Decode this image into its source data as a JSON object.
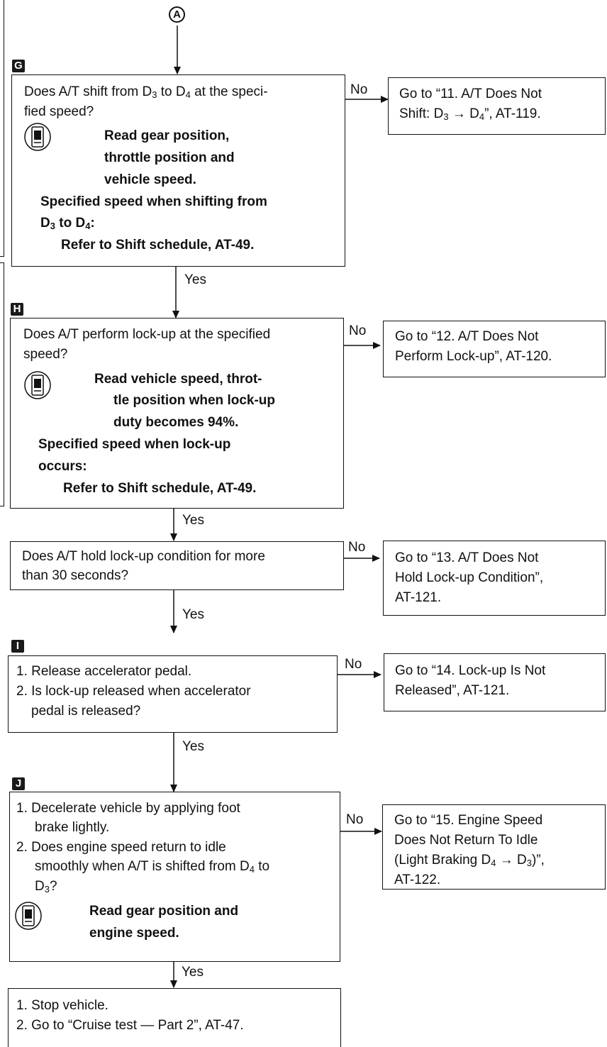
{
  "connector": {
    "label": "A"
  },
  "labels": {
    "no": "No",
    "yes": "Yes"
  },
  "steps": {
    "G": {
      "marker": "G",
      "question_line1_a": "Does A/T shift from D",
      "question_line1_sub1": "3",
      "question_line1_b": " to D",
      "question_line1_sub2": "4",
      "question_line1_c": " at the speci-",
      "question_line2": "fied speed?",
      "read_line1": "Read gear position,",
      "read_line2": "throttle position and",
      "read_line3": "vehicle speed.",
      "spec_line1": "Specified speed when shifting from",
      "spec_line2_a": "D",
      "spec_line2_sub1": "3",
      "spec_line2_b": " to D",
      "spec_line2_sub2": "4",
      "spec_line2_c": ":",
      "refer": "Refer to Shift schedule, AT-49.",
      "no_target_line1": "Go to “11. A/T Does Not",
      "no_target_line2_a": "Shift: D",
      "no_target_line2_sub1": "3",
      "no_target_line2_b": " → D",
      "no_target_line2_sub2": "4",
      "no_target_line2_c": "”, AT-119."
    },
    "H": {
      "marker": "H",
      "question_line1": "Does A/T perform lock-up at the specified",
      "question_line2": "speed?",
      "read_line1": "Read vehicle speed, throt-",
      "read_line2": "tle position when lock-up",
      "read_line3": "duty becomes 94%.",
      "spec_line1": "Specified speed when lock-up",
      "spec_line2": "occurs:",
      "refer": "Refer to Shift schedule, AT-49.",
      "no_target_line1": "Go to “12. A/T Does Not",
      "no_target_line2": "Perform Lock-up”, AT-120."
    },
    "hold": {
      "question_line1": "Does A/T hold lock-up condition for more",
      "question_line2": "than 30 seconds?",
      "no_target_line1": "Go to “13. A/T Does Not",
      "no_target_line2": "Hold Lock-up Condition”,",
      "no_target_line3": "AT-121."
    },
    "I": {
      "marker": "I",
      "line1": "1. Release accelerator pedal.",
      "line2": "2. Is lock-up released when accelerator",
      "line3": "pedal is released?",
      "no_target_line1": "Go to “14. Lock-up Is Not",
      "no_target_line2": "Released”, AT-121."
    },
    "J": {
      "marker": "J",
      "line1": "1. Decelerate vehicle by applying foot",
      "line2": "brake lightly.",
      "line3": "2. Does engine speed return to idle",
      "line4_a": "smoothly when A/T is shifted from D",
      "line4_sub": "4",
      "line4_b": " to",
      "line5_a": "D",
      "line5_sub": "3",
      "line5_b": "?",
      "read_line1": "Read gear position and",
      "read_line2": "engine speed.",
      "no_target_line1": "Go to “15. Engine Speed",
      "no_target_line2": "Does Not Return To Idle",
      "no_target_line3_a": "(Light Braking D",
      "no_target_line3_sub1": "4",
      "no_target_line3_b": " → D",
      "no_target_line3_sub2": "3",
      "no_target_line3_c": ")”,",
      "no_target_line4": "AT-122."
    },
    "final": {
      "line1": "1. Stop vehicle.",
      "line2": "2. Go to “Cruise test — Part 2”, AT-47."
    }
  },
  "icons": {
    "consult": "consult-tester-icon"
  }
}
